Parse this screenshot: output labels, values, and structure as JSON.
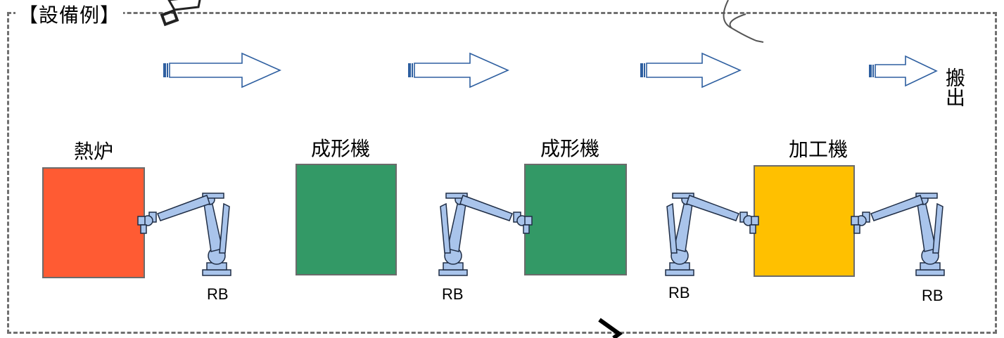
{
  "frame": {
    "title": "【設備例】"
  },
  "machines": [
    {
      "label": "熱炉",
      "color": "#FF5B33"
    },
    {
      "label": "成形機",
      "color": "#339966"
    },
    {
      "label": "成形機",
      "color": "#339966"
    },
    {
      "label": "加工機",
      "color": "#FFC000"
    }
  ],
  "robots": [
    {
      "label": "RB"
    },
    {
      "label": "RB"
    },
    {
      "label": "RB"
    },
    {
      "label": "RB"
    }
  ],
  "flow": {
    "exit_label": "搬出",
    "arrow_color": "#2E5FA0"
  },
  "colors": {
    "robot_fill": "#A9C4EB",
    "robot_stroke": "#1F2D45",
    "frame_dash": "#707070"
  }
}
